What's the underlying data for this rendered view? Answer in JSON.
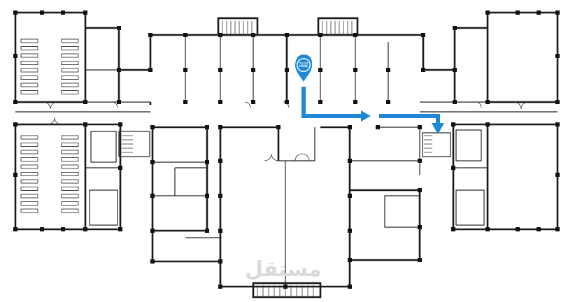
{
  "marker": {
    "line1": "YOU ARE",
    "line2": "HERE",
    "color": "#1e88d6"
  },
  "route": {
    "color": "#1e88d6"
  },
  "watermark": {
    "text": "مستقل"
  },
  "icons": {
    "marker": "location-pin-icon",
    "route_arrow": "arrow-right-icon"
  }
}
